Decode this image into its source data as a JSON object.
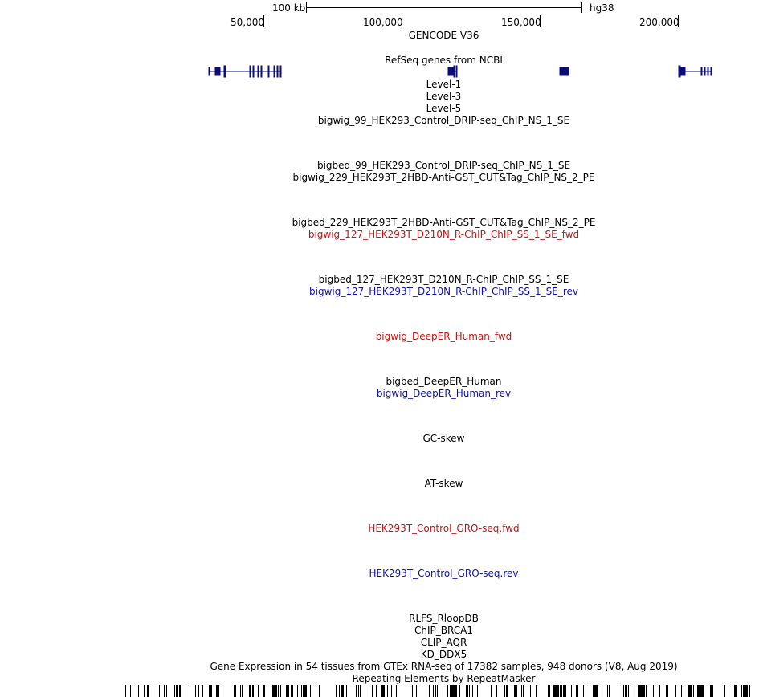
{
  "scale": {
    "length_label": "100 kb",
    "assembly": "hg38"
  },
  "ruler": {
    "positions": [
      "50,000",
      "100,000",
      "150,000",
      "200,000"
    ]
  },
  "colors": {
    "gene": "#0c0c78",
    "fwd": "#cc1111",
    "rev": "#1111bb",
    "text": "#000000"
  },
  "tracks": [
    {
      "label": "GENCODE V36",
      "color": "#000000"
    },
    {
      "label": "RefSeq genes from NCBI",
      "color": "#000000"
    },
    {
      "label": "Level-1",
      "color": "#000000"
    },
    {
      "label": "Level-3",
      "color": "#000000"
    },
    {
      "label": "Level-5",
      "color": "#000000"
    },
    {
      "label": "bigwig_99_HEK293_Control_DRIP-seq_ChIP_NS_1_SE",
      "color": "#000000"
    },
    {
      "label": "bigbed_99_HEK293_Control_DRIP-seq_ChIP_NS_1_SE",
      "color": "#000000"
    },
    {
      "label": "bigwig_229_HEK293T_2HBD-Anti-GST_CUT&Tag_ChIP_NS_2_PE",
      "color": "#000000"
    },
    {
      "label": "bigbed_229_HEK293T_2HBD-Anti-GST_CUT&Tag_ChIP_NS_2_PE",
      "color": "#000000"
    },
    {
      "label": "bigwig_127_HEK293T_D210N_R-ChIP_ChIP_SS_1_SE_fwd",
      "color": "#cc1111"
    },
    {
      "label": "bigbed_127_HEK293T_D210N_R-ChIP_ChIP_SS_1_SE",
      "color": "#000000"
    },
    {
      "label": "bigwig_127_HEK293T_D210N_R-ChIP_ChIP_SS_1_SE_rev",
      "color": "#1111bb"
    },
    {
      "label": "bigwig_DeepER_Human_fwd",
      "color": "#cc1111"
    },
    {
      "label": "bigbed_DeepER_Human",
      "color": "#000000"
    },
    {
      "label": "bigwig_DeepER_Human_rev",
      "color": "#1111bb"
    },
    {
      "label": "GC-skew",
      "color": "#000000"
    },
    {
      "label": "AT-skew",
      "color": "#000000"
    },
    {
      "label": "HEK293T_Control_GRO-seq.fwd",
      "color": "#cc1111"
    },
    {
      "label": "HEK293T_Control_GRO-seq.rev",
      "color": "#1111bb"
    },
    {
      "label": "RLFS_RloopDB",
      "color": "#000000"
    },
    {
      "label": "ChIP_BRCA1",
      "color": "#000000"
    },
    {
      "label": "CLIP_AQR",
      "color": "#000000"
    },
    {
      "label": "KD_DDX5",
      "color": "#000000"
    },
    {
      "label": "Gene Expression in 54 tissues from GTEx RNA-seq of 17382 samples, 948 donors (V8, Aug 2019)",
      "color": "#000000"
    },
    {
      "label": "Repeating Elements by RepeatMasker",
      "color": "#000000"
    }
  ]
}
